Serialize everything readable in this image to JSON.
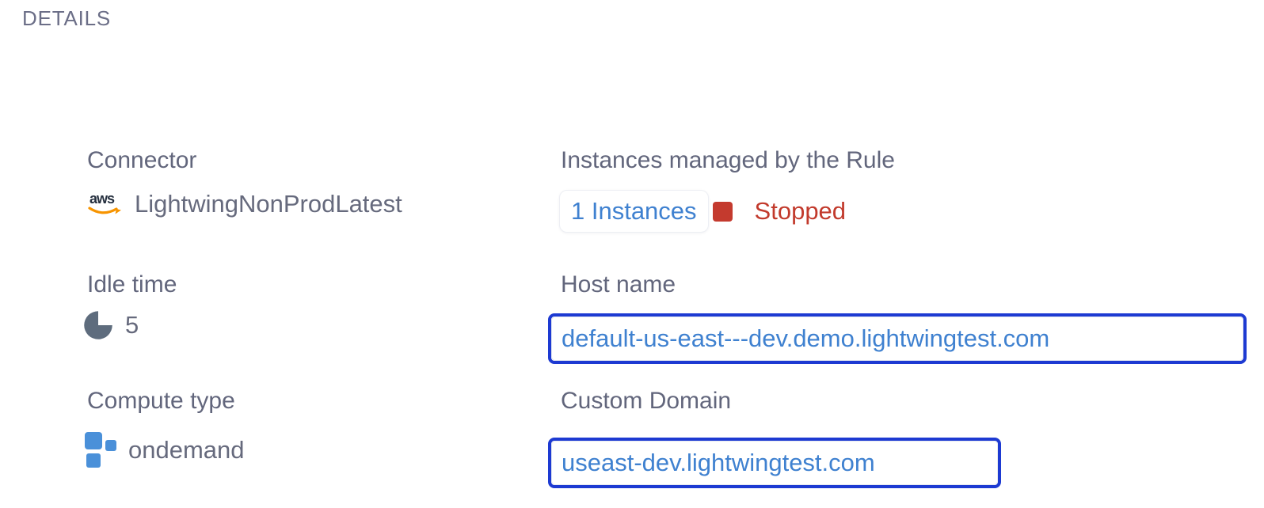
{
  "title": "DETAILS",
  "colors": {
    "title": "#6b6e87",
    "label": "#62667c",
    "value": "#666a7d",
    "link_blue": "#3f81d0",
    "focus_border_blue": "#1d3ad2",
    "status_red": "#c33a2d",
    "chip_border": "#edeff4",
    "idle_icon_slate": "#5e6c7d",
    "compute_icon_blue": "#4a90d9",
    "aws_navy": "#252f3e",
    "aws_orange": "#f79400"
  },
  "fields": {
    "connector": {
      "label": "Connector",
      "value": "LightwingNonProdLatest",
      "icon": "aws-icon"
    },
    "idle_time": {
      "label": "Idle time",
      "value": "5",
      "icon": "idle-time-icon"
    },
    "compute_type": {
      "label": "Compute type",
      "value": "ondemand",
      "icon": "compute-type-icon"
    },
    "instances": {
      "label": "Instances managed by the Rule",
      "count": "1 Instances",
      "status": "Stopped",
      "status_icon": "stopped-status-square-icon"
    },
    "host_name": {
      "label": "Host name",
      "value": "default-us-east---dev.demo.lightwingtest.com"
    },
    "custom_domain": {
      "label": "Custom Domain",
      "value": "useast-dev.lightwingtest.com"
    }
  }
}
